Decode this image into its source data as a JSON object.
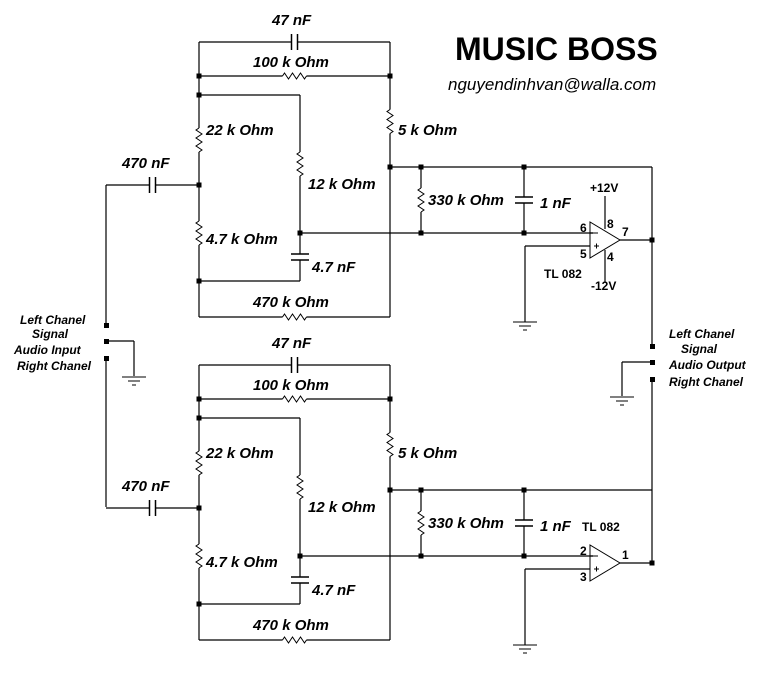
{
  "header": {
    "title": "MUSIC BOSS",
    "email": "nguyendinhvan@walla.com"
  },
  "input_block": {
    "left": "Left Chanel",
    "signal": "Signal",
    "kind": "Audio Input",
    "right": "Right Chanel"
  },
  "output_block": {
    "left": "Left Chanel",
    "signal": "Signal",
    "kind": "Audio Output",
    "right": "Right Chanel"
  },
  "left_channel": {
    "c_feedback": "47 nF",
    "r_feedback": "100 k Ohm",
    "r_22k": "22 k Ohm",
    "r_5k": "5 k Ohm",
    "c_input": "470 nF",
    "r_12k": "12 k Ohm",
    "r_4k7": "4.7 k Ohm",
    "c_4n7": "4.7 nF",
    "r_470k": "470 k Ohm",
    "r_330k": "330 k Ohm",
    "c_1n": "1 nF",
    "opamp": "TL 082",
    "pin_inv": "6",
    "pin_noninv": "5",
    "pin_out": "7",
    "pin_vplus": "8",
    "pin_vminus": "4",
    "vplus": "+12V",
    "vminus": "-12V"
  },
  "right_channel": {
    "c_feedback": "47 nF",
    "r_feedback": "100 k Ohm",
    "r_22k": "22 k Ohm",
    "r_5k": "5 k Ohm",
    "c_input": "470 nF",
    "r_12k": "12 k Ohm",
    "r_4k7": "4.7 k Ohm",
    "c_4n7": "4.7 nF",
    "r_470k": "470 k Ohm",
    "r_330k": "330 k Ohm",
    "c_1n": "1 nF",
    "opamp": "TL 082",
    "pin_inv": "2",
    "pin_noninv": "3",
    "pin_out": "1"
  }
}
